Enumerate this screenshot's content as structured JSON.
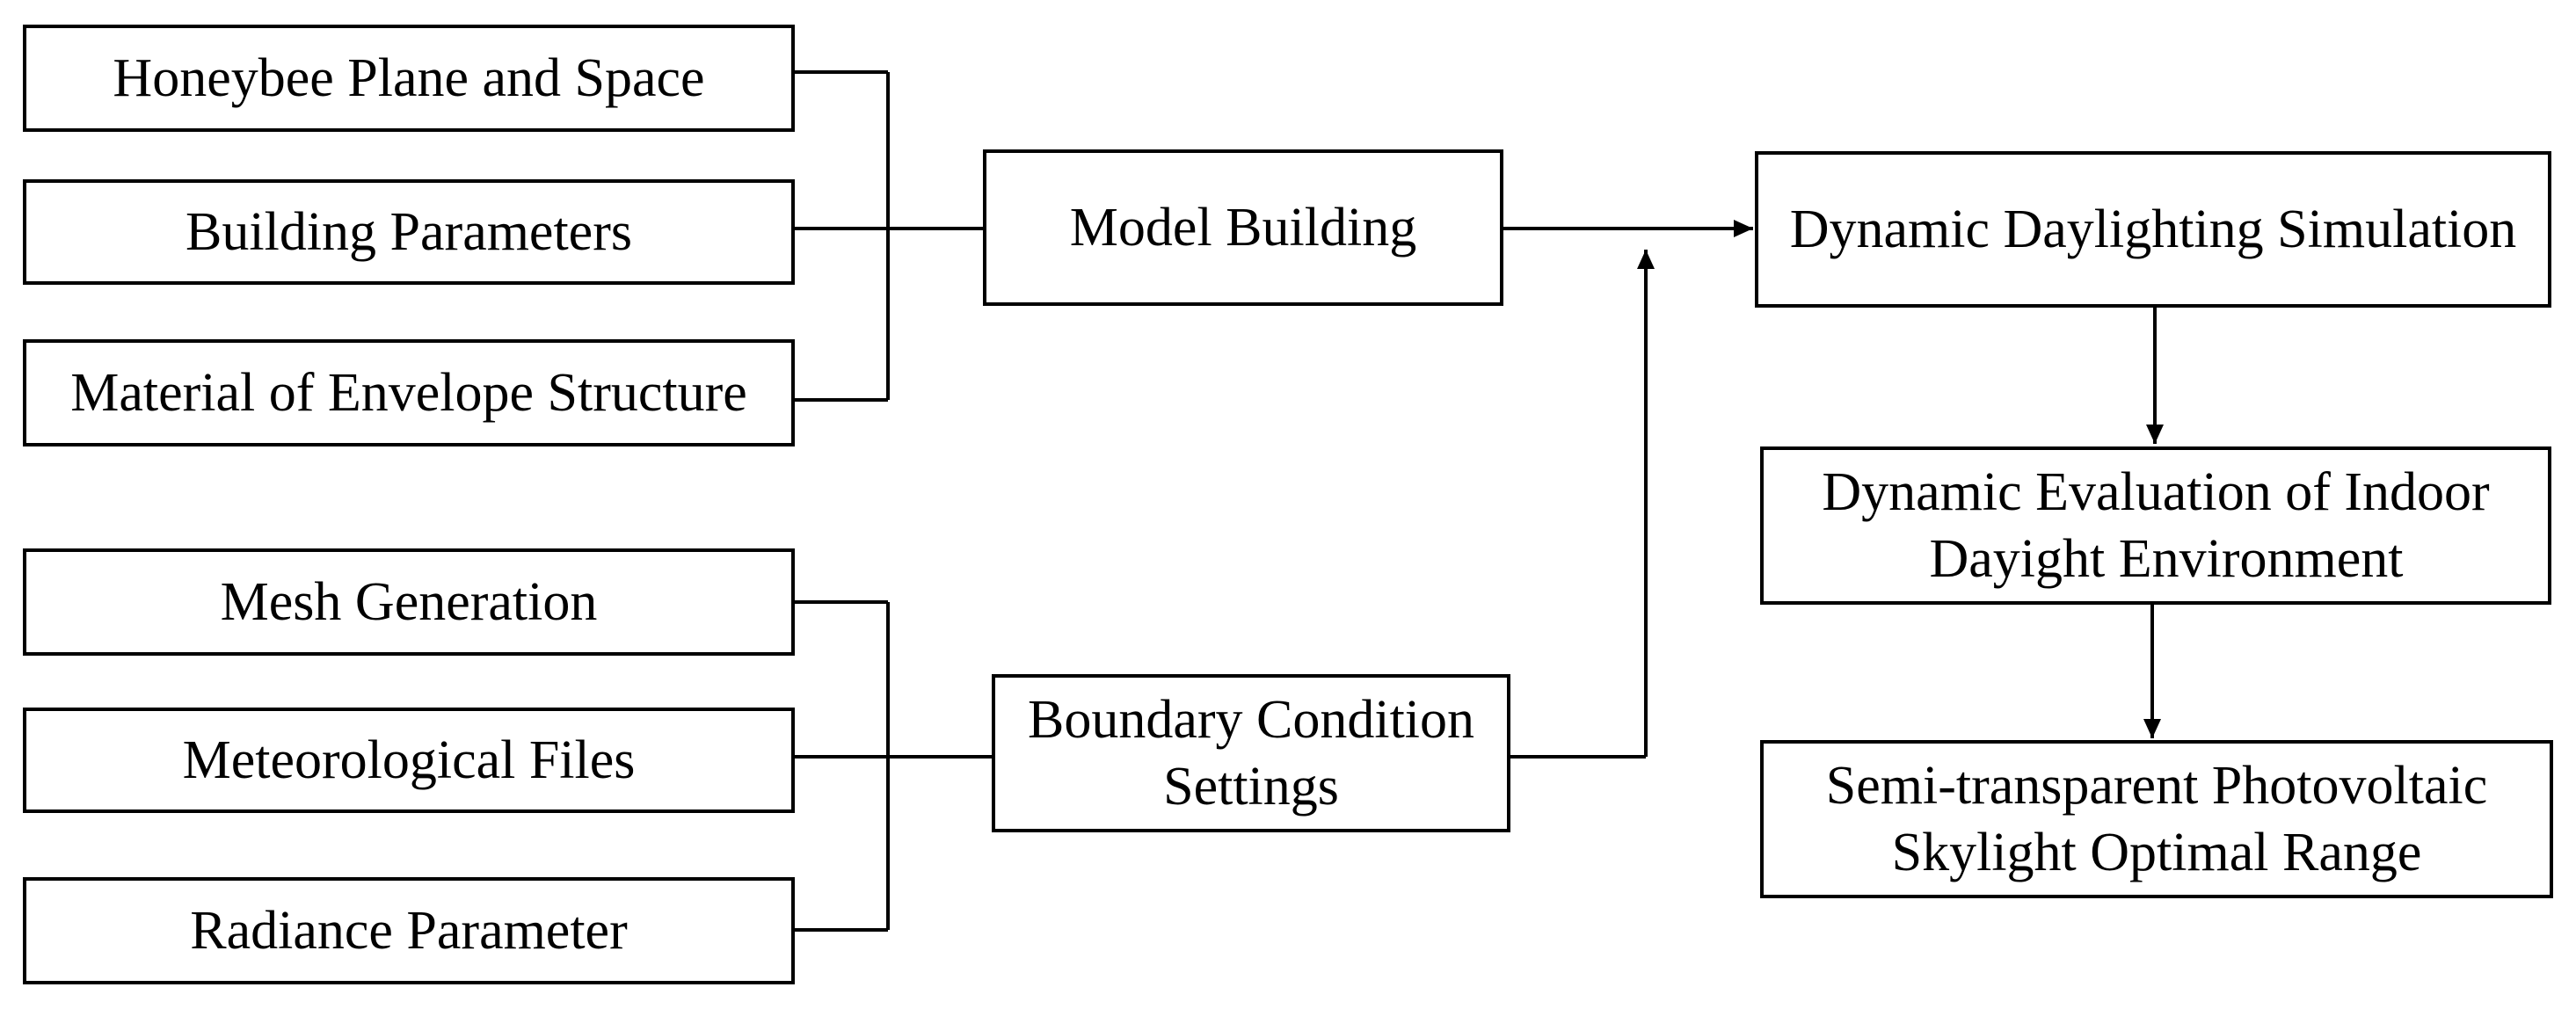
{
  "inputs_group_1": [
    {
      "label": "Honeybee Plane and Space"
    },
    {
      "label": "Building Parameters"
    },
    {
      "label": "Material of Envelope Structure"
    }
  ],
  "inputs_group_2": [
    {
      "label": "Mesh Generation"
    },
    {
      "label": "Meteorological Files"
    },
    {
      "label": "Radiance Parameter"
    }
  ],
  "model_building": {
    "label": "Model Building"
  },
  "boundary_conditions": {
    "line1": "Boundary Condition",
    "line2": "Settings"
  },
  "simulation": {
    "label": "Dynamic Daylighting Simulation"
  },
  "evaluation": {
    "line1": "Dynamic Evaluation of Indoor",
    "line2": "Dayight Environment"
  },
  "result": {
    "line1": "Semi-transparent Photovoltaic",
    "line2": "Skylight Optimal Range"
  }
}
